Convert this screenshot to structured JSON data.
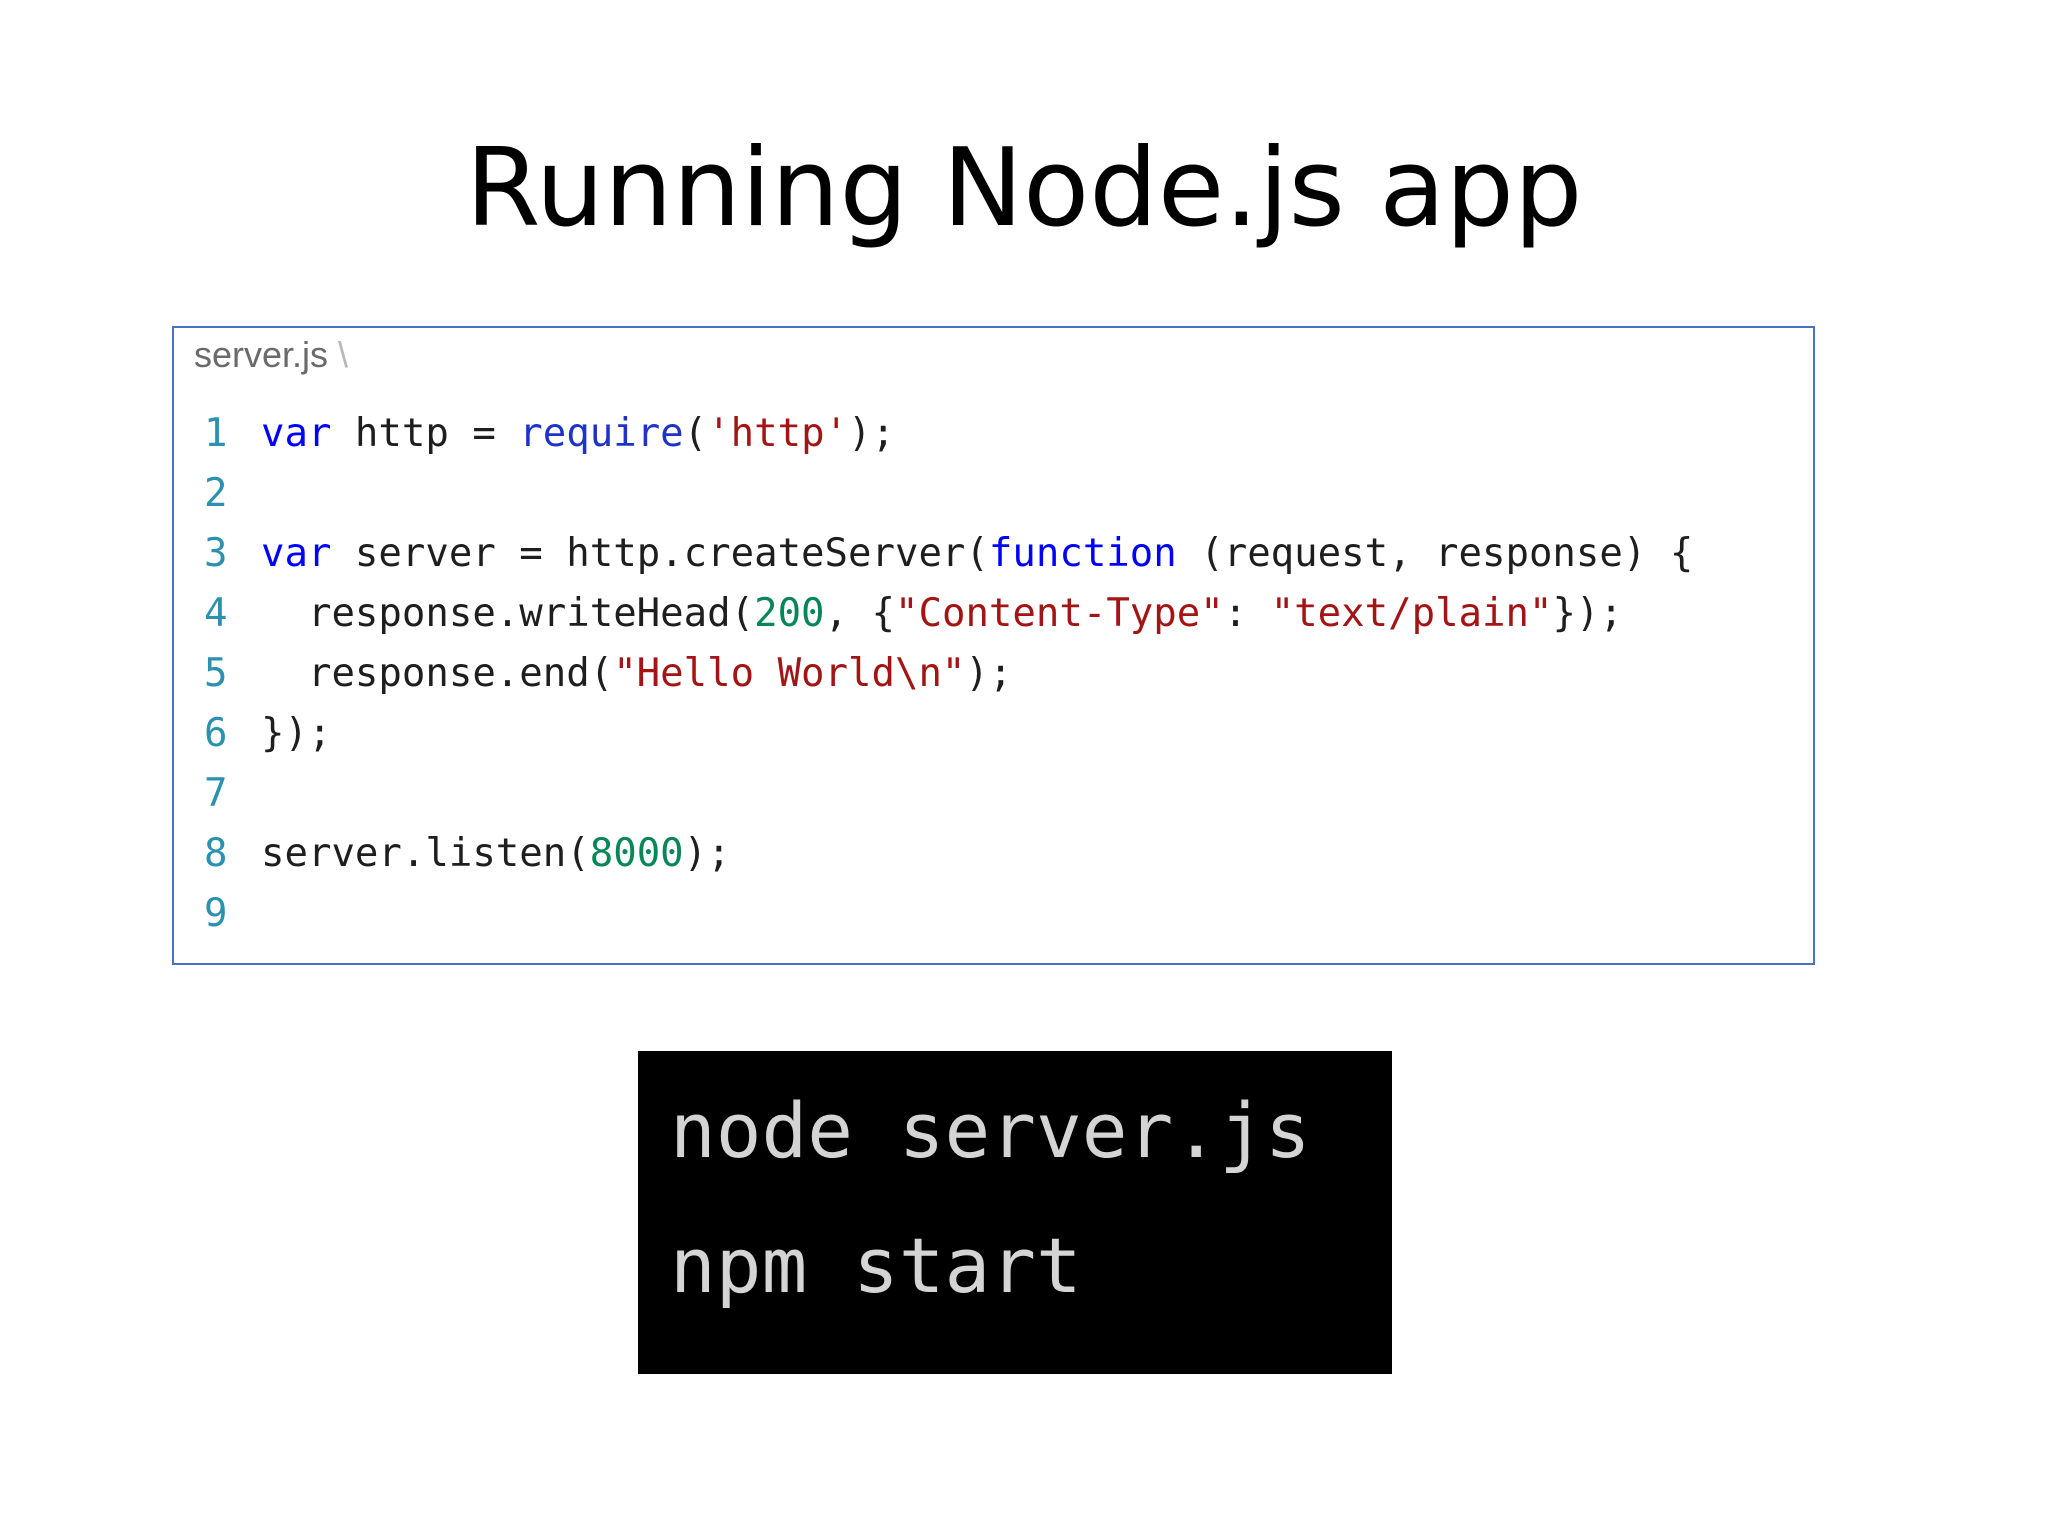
{
  "slide": {
    "title": "Running Node.js app"
  },
  "editor": {
    "file_name": "server.js",
    "tab_separator": "\\",
    "lines": [
      {
        "num": "1",
        "tokens": [
          {
            "t": "var",
            "c": "kw"
          },
          {
            "t": " http = "
          },
          {
            "t": "require",
            "c": "fn"
          },
          {
            "t": "("
          },
          {
            "t": "'http'",
            "c": "str"
          },
          {
            "t": ");"
          }
        ]
      },
      {
        "num": "2",
        "tokens": []
      },
      {
        "num": "3",
        "tokens": [
          {
            "t": "var",
            "c": "kw"
          },
          {
            "t": " server = http.createServer("
          },
          {
            "t": "function",
            "c": "kw"
          },
          {
            "t": " (request, response) {"
          }
        ]
      },
      {
        "num": "4",
        "tokens": [
          {
            "t": "  response.writeHead("
          },
          {
            "t": "200",
            "c": "num"
          },
          {
            "t": ", {"
          },
          {
            "t": "\"Content-Type\"",
            "c": "str"
          },
          {
            "t": ": "
          },
          {
            "t": "\"text/plain\"",
            "c": "str"
          },
          {
            "t": "});"
          }
        ]
      },
      {
        "num": "5",
        "tokens": [
          {
            "t": "  response.end("
          },
          {
            "t": "\"Hello World\\n\"",
            "c": "str"
          },
          {
            "t": ");"
          }
        ]
      },
      {
        "num": "6",
        "tokens": [
          {
            "t": "});"
          }
        ]
      },
      {
        "num": "7",
        "tokens": []
      },
      {
        "num": "8",
        "tokens": [
          {
            "t": "server.listen("
          },
          {
            "t": "8000",
            "c": "num"
          },
          {
            "t": ");"
          }
        ]
      },
      {
        "num": "9",
        "tokens": []
      }
    ]
  },
  "terminal": {
    "command_1": "node server.js",
    "command_2": "npm start"
  },
  "colors": {
    "keyword": "#0000ff",
    "string": "#a31515",
    "number": "#098658",
    "line_number": "#2b91af",
    "panel_border": "#4a72c4",
    "terminal_bg": "#000000",
    "terminal_text": "#d4d4d4"
  }
}
